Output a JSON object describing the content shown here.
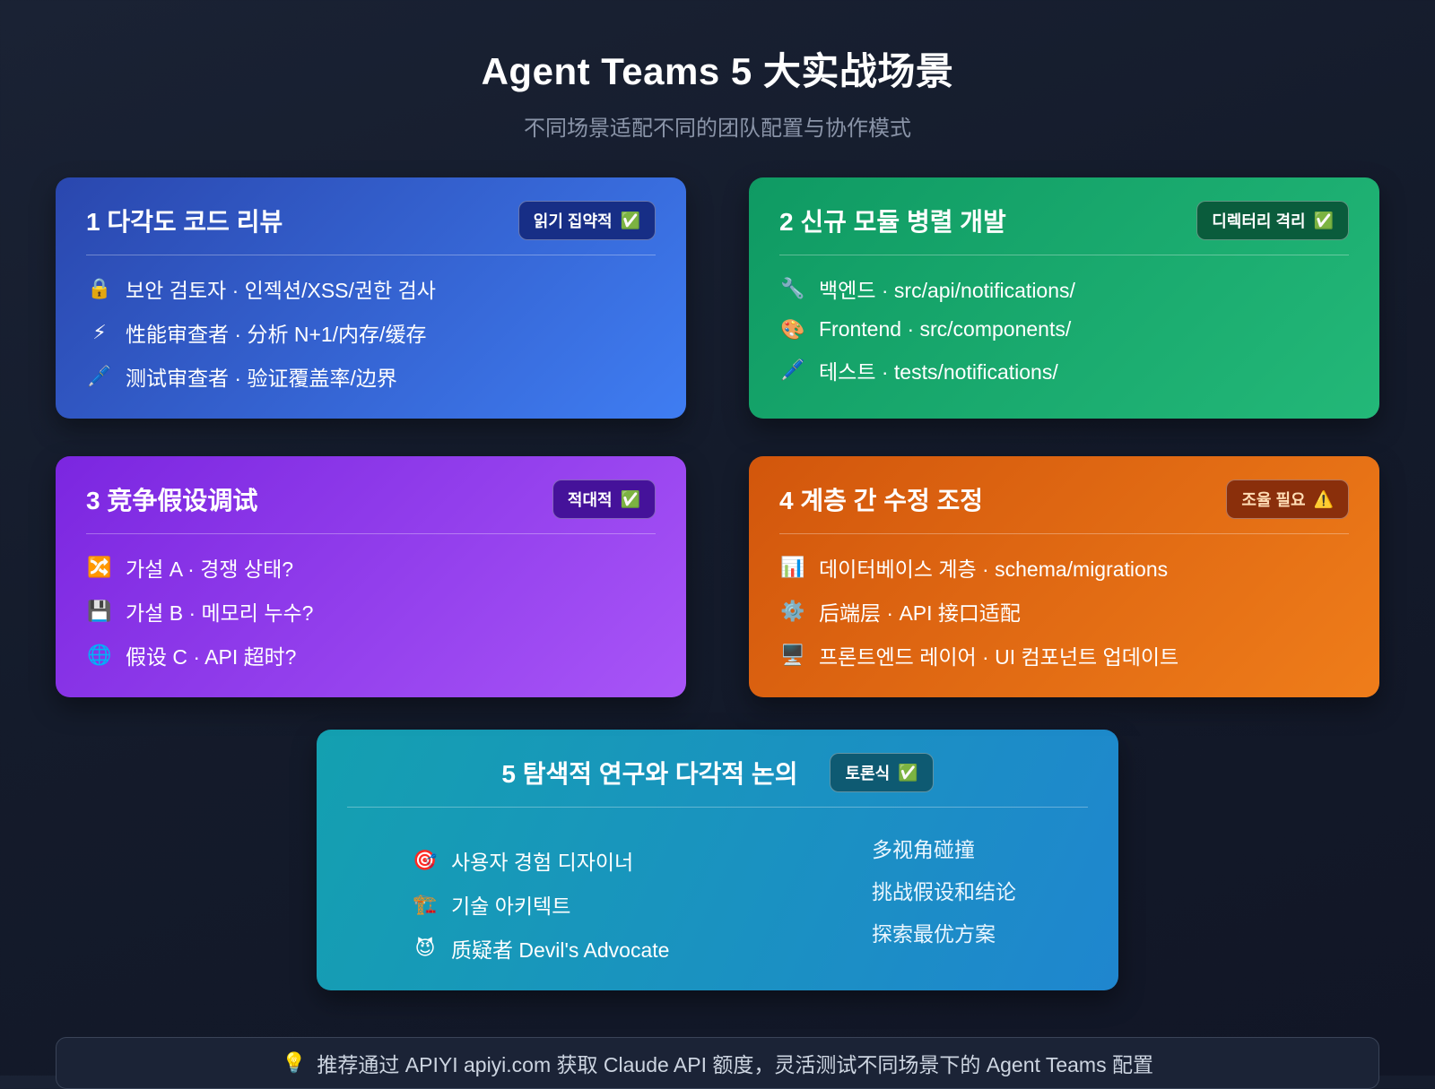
{
  "header": {
    "title": "Agent Teams 5 大实战场景",
    "subtitle": "不同场景适配不同的团队配置与协作模式"
  },
  "cards": [
    {
      "title": "1 다각도 코드 리뷰",
      "badge": {
        "label": "읽기 집약적",
        "icon": "✅"
      },
      "items": [
        {
          "icon": "🔒",
          "text": "보안 검토자 · 인젝션/XSS/권한 검사"
        },
        {
          "icon": "⚡",
          "text": "性能审查者 · 分析 N+1/内存/缓存"
        },
        {
          "icon": "🖊️",
          "text": "测试审查者 · 验证覆盖率/边界"
        }
      ]
    },
    {
      "title": "2 신규 모듈 병렬 개발",
      "badge": {
        "label": "디렉터리 격리",
        "icon": "✅"
      },
      "items": [
        {
          "icon": "🔧",
          "text": "백엔드 · src/api/notifications/"
        },
        {
          "icon": "🎨",
          "text": "Frontend · src/components/"
        },
        {
          "icon": "🖊️",
          "text": "테스트 · tests/notifications/"
        }
      ]
    },
    {
      "title": "3 竞争假设调试",
      "badge": {
        "label": "적대적",
        "icon": "✅"
      },
      "items": [
        {
          "icon": "🔀",
          "text": "가설 A · 경쟁 상태?"
        },
        {
          "icon": "💾",
          "text": "가설 B · 메모리 누수?"
        },
        {
          "icon": "🌐",
          "text": "假设 C · API 超时?"
        }
      ]
    },
    {
      "title": "4 계층 간 수정 조정",
      "badge": {
        "label": "조율 필요",
        "icon": "⚠️"
      },
      "items": [
        {
          "icon": "📊",
          "text": "데이터베이스 계층 · schema/migrations"
        },
        {
          "icon": "⚙️",
          "text": "后端层 · API 接口适配"
        },
        {
          "icon": "🖥️",
          "text": "프론트엔드 레이어 · UI 컴포넌트 업데이트"
        }
      ]
    },
    {
      "title": "5 탐색적 연구와 다각적 논의",
      "badge": {
        "label": "토론식",
        "icon": "✅"
      },
      "items": [
        {
          "icon": "🎯",
          "text": "사용자 경험 디자이너"
        },
        {
          "icon": "🏗️",
          "text": "기술 아키텍트"
        },
        {
          "icon": "😈",
          "text": "质疑者 Devil's Advocate"
        }
      ],
      "notes": [
        "多视角碰撞",
        "挑战假设和结论",
        "探索最优方案"
      ]
    }
  ],
  "footer": {
    "icon": "💡",
    "text": "推荐通过 APIYI apiyi.com 获取 Claude API 额度，灵活测试不同场景下的 Agent Teams 配置"
  },
  "colors": {
    "background": "#141b2b",
    "card_blue": "#3f7df2",
    "card_green": "#23b878",
    "card_purple": "#a855f7",
    "card_orange": "#ef7d1a",
    "card_teal_blue": "#1f86cf"
  }
}
